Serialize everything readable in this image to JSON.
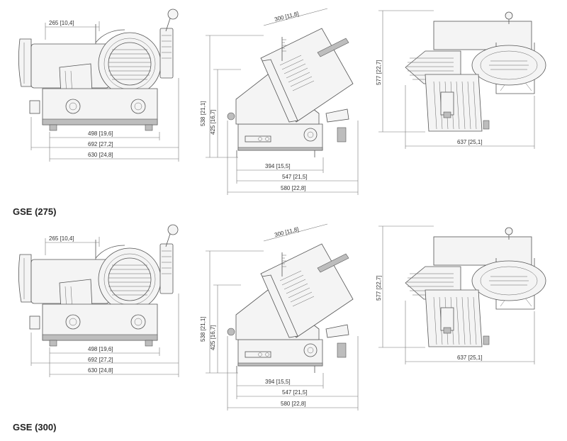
{
  "models": [
    {
      "name": "GSE (275)",
      "front_dims": {
        "blade_offset": "265 [10,4]",
        "base": "498 [19,6]",
        "total_width": "692 [27,2]",
        "feet_width": "630 [24,8]"
      },
      "side_dims": {
        "carriage": "300 [11,8]",
        "total_height": "538 [21,1]",
        "body_height": "425 [16,7]",
        "base_depth": "394 [15,5]",
        "mid_depth": "547 [21,5]",
        "total_depth": "580 [22,8]"
      },
      "top_dims": {
        "height": "577 [22,7]",
        "width": "637 [25,1]"
      }
    },
    {
      "name": "GSE (300)",
      "front_dims": {
        "blade_offset": "265 [10,4]",
        "base": "498 [19,6]",
        "total_width": "692 [27,2]",
        "feet_width": "630 [24,8]"
      },
      "side_dims": {
        "carriage": "300 [11,8]",
        "total_height": "538 [21,1]",
        "body_height": "425 [16,7]",
        "base_depth": "394 [15,5]",
        "mid_depth": "547 [21,5]",
        "total_depth": "580 [22,8]"
      },
      "top_dims": {
        "height": "577 [22,7]",
        "width": "637 [25,1]"
      }
    }
  ]
}
